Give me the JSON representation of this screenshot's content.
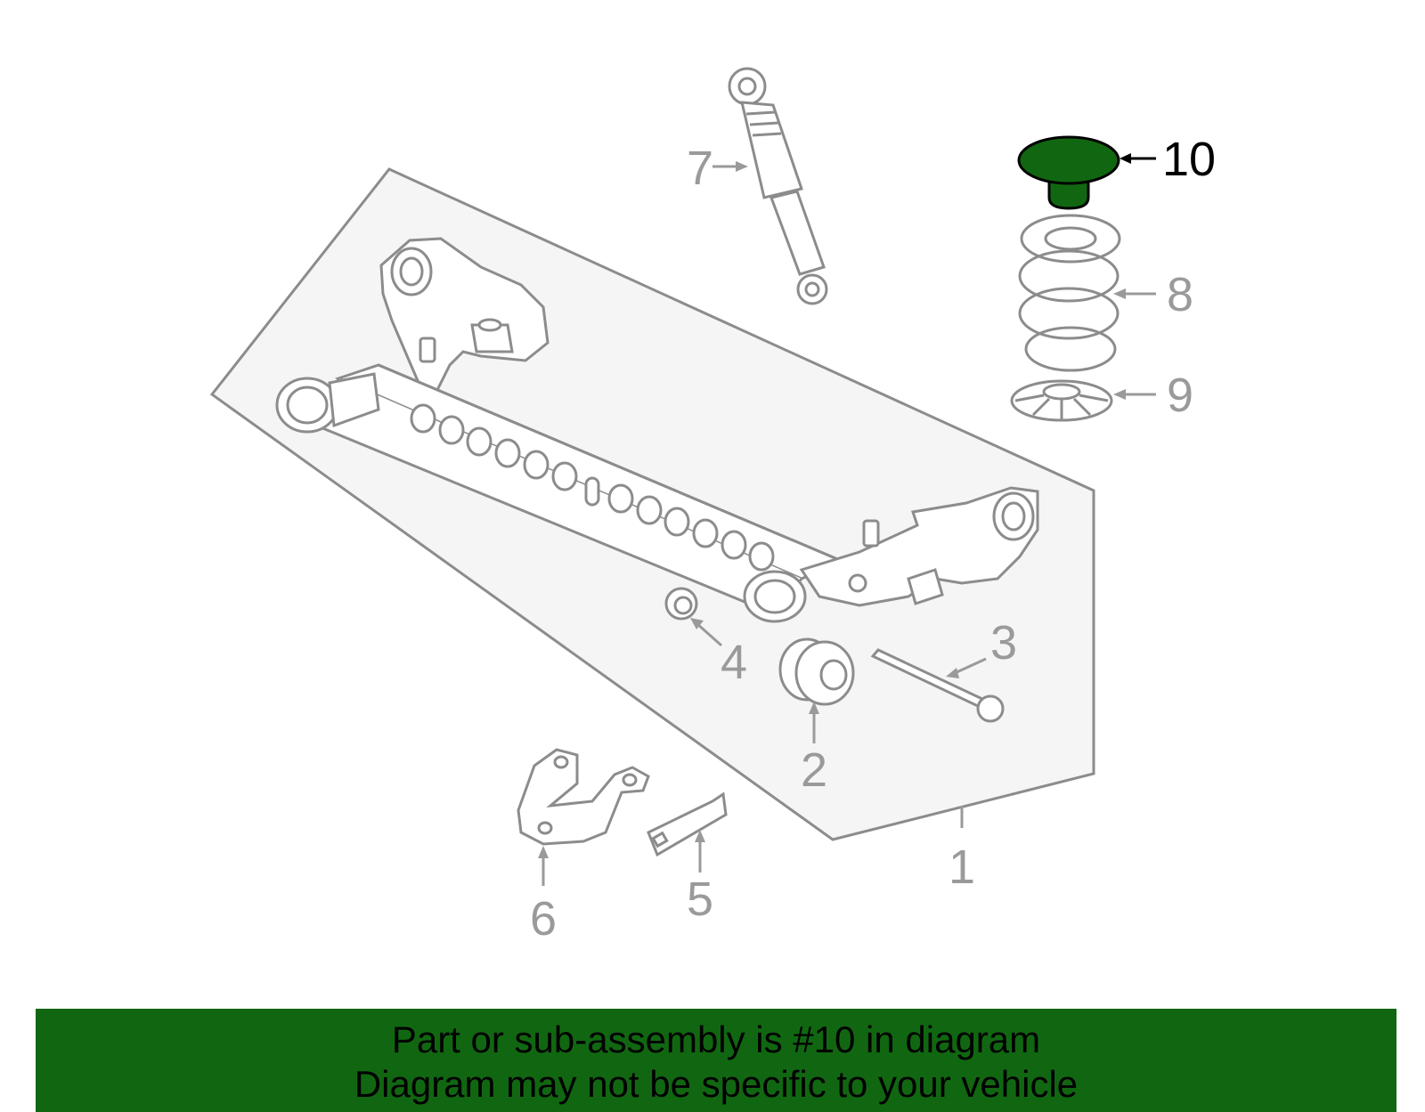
{
  "diagram": {
    "highlighted_part": "10",
    "callouts": [
      "1",
      "2",
      "3",
      "4",
      "5",
      "6",
      "7",
      "8",
      "9",
      "10"
    ],
    "colors": {
      "highlight_fill": "#116711",
      "part_stroke": "#8c8c8c",
      "callout_text": "#9a9a9a",
      "highlight_text": "#000000",
      "subassembly_fill": "#f5f5f5"
    }
  },
  "footer": {
    "line1": "Part or sub-assembly is #10 in diagram",
    "line2": "Diagram may not be specific to your vehicle",
    "background": "#116711"
  }
}
